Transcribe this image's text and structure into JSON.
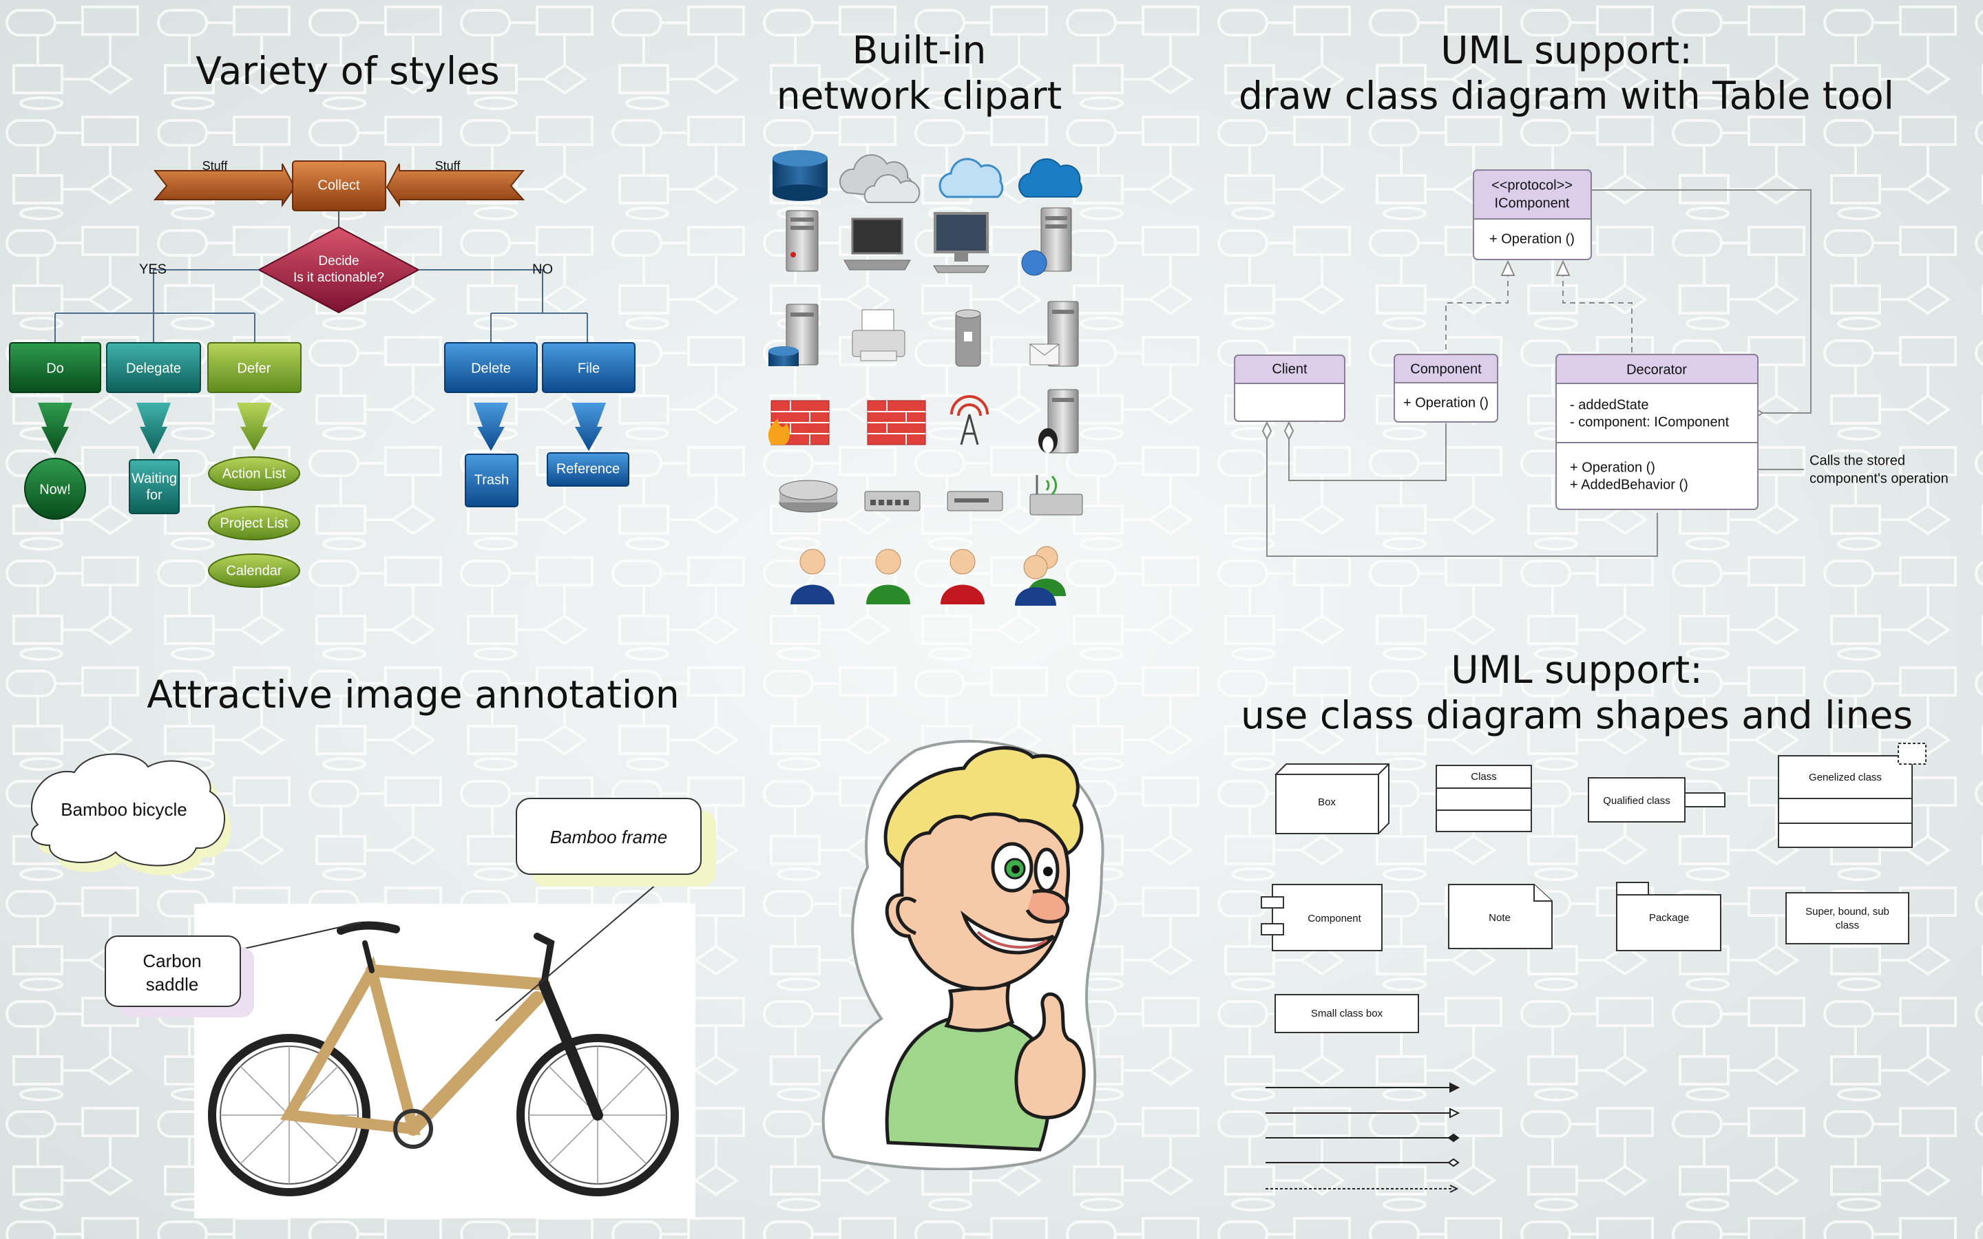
{
  "titles": {
    "styles": "Variety of styles",
    "clipart_line1": "Built-in",
    "clipart_line2": "network clipart",
    "uml1_line1": "UML support:",
    "uml1_line2": "draw class diagram with Table tool",
    "annotation": "Attractive image annotation",
    "uml2_line1": "UML support:",
    "uml2_line2": "use class diagram shapes and lines"
  },
  "flowchart": {
    "stuff_left": "Stuff",
    "stuff_right": "Stuff",
    "collect": "Collect",
    "decide_line1": "Decide",
    "decide_line2": "Is it actionable?",
    "yes": "YES",
    "no": "NO",
    "do": "Do",
    "delegate": "Delegate",
    "defer": "Defer",
    "delete": "Delete",
    "file": "File",
    "now": "Now!",
    "waiting_line1": "Waiting",
    "waiting_line2": "for",
    "action_list": "Action List",
    "project_list": "Project List",
    "calendar": "Calendar",
    "trash": "Trash",
    "reference": "Reference"
  },
  "uml_table": {
    "protocol_line1": "<<protocol>>",
    "protocol_line2": "IComponent",
    "protocol_op": "+ Operation ()",
    "client": "Client",
    "component": "Component",
    "component_op": "+ Operation ()",
    "decorator": "Decorator",
    "decorator_attr1": "- addedState",
    "decorator_attr2": "- component: IComponent",
    "decorator_op1": "+ Operation ()",
    "decorator_op2": "+ AddedBehavior ()",
    "note_line1": "Calls the stored",
    "note_line2": "component's operation"
  },
  "annotation": {
    "bamboo_bicycle": "Bamboo bicycle",
    "bamboo_frame": "Bamboo frame",
    "carbon_line1": "Carbon",
    "carbon_line2": "saddle"
  },
  "uml_shapes": {
    "box": "Box",
    "class": "Class",
    "qualified_class": "Qualified class",
    "genelized_class": "Genelized class",
    "component": "Component",
    "note": "Note",
    "package": "Package",
    "super_line1": "Super, bound, sub",
    "super_line2": "class",
    "small_class_box": "Small class box"
  },
  "colors": {
    "brown": "#b5541c",
    "orange": "#c8651e",
    "crimson": "#a31f3f",
    "dark_green": "#0e6b2a",
    "teal": "#1a7f7a",
    "olive": "#7aa12a",
    "blue": "#1565b8",
    "uml_header": "#dccdea",
    "uml_border": "#8a7f95"
  },
  "icons": [
    "database-icon",
    "cloud-grey-icon",
    "cloud-light-blue-icon",
    "cloud-blue-icon",
    "server-icon",
    "laptop-icon",
    "desktop-icon",
    "web-server-icon",
    "db-server-icon",
    "printer-icon",
    "ups-icon",
    "mail-server-icon",
    "firewall-flame-icon",
    "firewall-icon",
    "antenna-icon",
    "linux-server-icon",
    "router-icon",
    "switch-icon",
    "hub-icon",
    "wireless-router-icon",
    "user-blue-icon",
    "user-green-icon",
    "user-red-icon",
    "user-group-icon"
  ]
}
